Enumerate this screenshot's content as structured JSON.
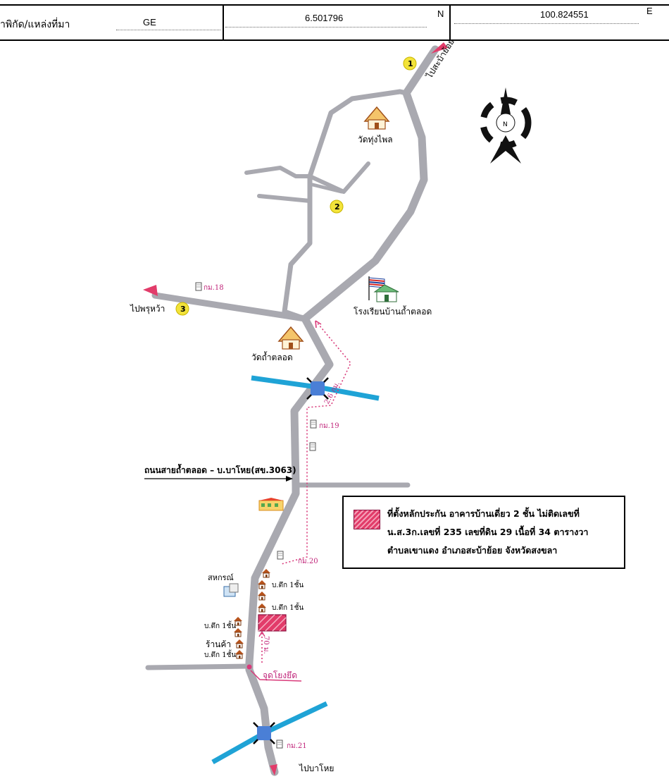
{
  "header": {
    "label": "าพิกัด/แหล่งที่มา",
    "source": "GE",
    "lat_value": "6.501796",
    "lat_dir": "N",
    "lon_value": "100.824551",
    "lon_dir": "E"
  },
  "map": {
    "compass_label": "N",
    "markers": [
      "1",
      "2",
      "3"
    ],
    "places": {
      "temple_thung_phlai": "วัดทุ่งไพล",
      "temple_tham_talod": "วัดถ้ำตลอด",
      "school": "โรงเรียนบ้านถ้ำตลอด",
      "coop": "สหกรณ์",
      "shop": "ร้านค้า"
    },
    "directions": {
      "to_saba_yoi": "ไปสะบ้าย้อย",
      "to_phru_wa": "ไปพรุหว้า",
      "to_ba_thoi": "ไปบาโหย"
    },
    "road_label": "ถนนสายถ้ำตลอด – บ.บาโหย(สข.3063)",
    "km_posts": [
      "กม.18",
      "กม.19",
      "กม.20",
      "กม.21"
    ],
    "distance_labels": [
      "2.6 กม.",
      "70 ม."
    ],
    "reference_point": "จุดโยงยึด",
    "house_label": "บ.ตึก 1ชั้น",
    "icon_names": [
      "compass-rose-icon",
      "temple-icon",
      "school-icon",
      "flag-icon",
      "km-post-icon",
      "house-icon",
      "bridge-icon",
      "building-icon"
    ],
    "colors": {
      "road": "#a9a9b0",
      "river": "#1fa3d6",
      "route": "#d93a7a",
      "marker": "#f2e33a",
      "property": "#e23c6a"
    }
  },
  "legend": {
    "line1": "ที่ตั้งหลักประกัน อาคารบ้านเดี่ยว 2 ชั้น ไม่ติดเลขที่",
    "line2": "น.ส.3ก.เลขที่ 235  เลขที่ดิน 29 เนื้อที่ 34 ตารางวา",
    "line3": "ตำบลเขาแดง อำเภอสะบ้าย้อย จังหวัดสงขลา"
  }
}
